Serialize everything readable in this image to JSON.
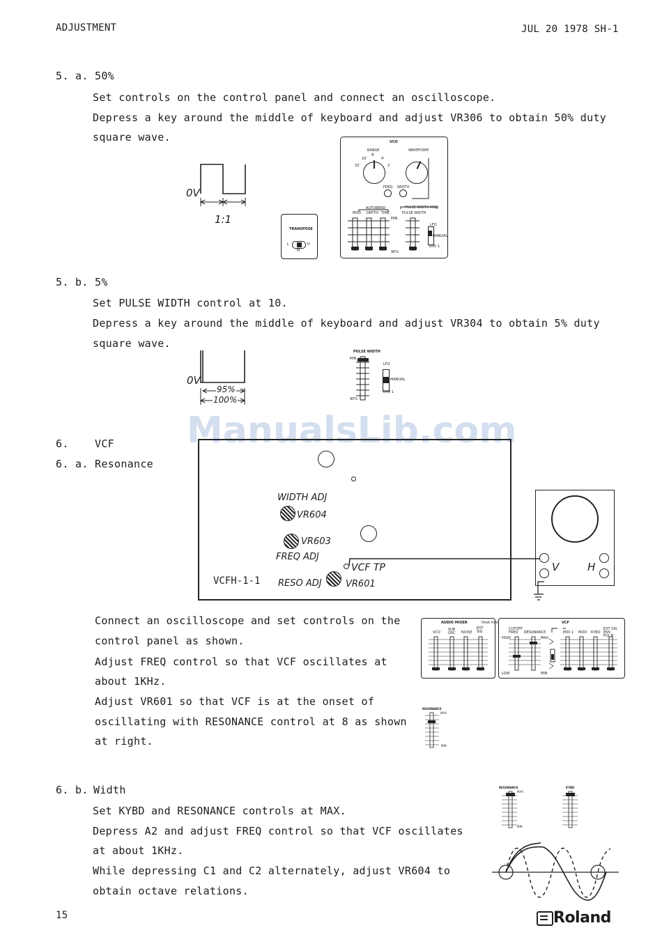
{
  "header": {
    "left": "ADJUSTMENT",
    "right": "JUL 20 1978 SH-1"
  },
  "s5a": {
    "num": "5. a.",
    "title": "50%",
    "lines": [
      "Set controls on the control panel and connect an oscilloscope.",
      "Depress a key around the middle of keyboard and adjust VR306 to obtain 50% duty",
      "square wave."
    ],
    "wave": {
      "zero": "0V",
      "ratio": "1:1"
    },
    "transpose": {
      "title": "TRANSPOSE",
      "l": "L",
      "m": "M",
      "h": "H"
    },
    "vco": {
      "title": "VCO",
      "range": "RANGE",
      "waveform": "WAVEFORM",
      "r16": "16'",
      "r8": "8'",
      "r4": "4'",
      "r32": "32'",
      "r2": "2'",
      "freq": "FREQ",
      "width": "WIDTH",
      "autobend": "AUTOBEND",
      "pwmod": "PULSE WIDTH MOD",
      "mod": "MOD",
      "depth": "DEPTH",
      "time": "TIME",
      "pw": "PULSE WIDTH",
      "min": "MIN",
      "p90": "90%",
      "lfo": "LFO",
      "manual": "MANUAL",
      "env1": "ENV 1"
    }
  },
  "s5b": {
    "num": "5. b.",
    "title": "5%",
    "lines": [
      "Set PULSE WIDTH control at 10.",
      "Depress a key around the middle of keyboard and adjust VR304 to obtain 5% duty",
      "square wave."
    ],
    "wave": {
      "zero": "0V",
      "p95": "95%",
      "p100": "100%"
    },
    "fader": {
      "title": "PULSE WIDTH",
      "min": "MIN",
      "p90": "90%",
      "lfo": "LFO",
      "manual": "MANUAL",
      "env1": "ENV 1"
    }
  },
  "s6": {
    "num": "6.",
    "title": "VCF",
    "sub_num": "6. a.",
    "sub_title": "Resonance",
    "board": {
      "width_adj": "WIDTH ADJ",
      "vr604": "VR604",
      "vr603": "VR603",
      "freq_adj": "FREQ ADJ",
      "vcf_tp": "VCF TP",
      "reso_adj": "RESO ADJ",
      "vr601": "VR601",
      "board_id": "VCFH-1-1"
    },
    "scope": {
      "v": "V",
      "h": "H"
    },
    "lines": [
      "Connect an oscilloscope and set controls on the",
      "control panel as shown.",
      "Adjust FREQ control so that VCF oscillates at",
      "about 1KHz.",
      "Adjust VR601 so that VCF is at the onset of",
      "oscillating with RESONANCE control at 8 as shown",
      "at right."
    ],
    "mixer": {
      "title": "AUDIO MIXER",
      "vco": "VCO",
      "sub": "SUB OSC",
      "noise": "NOISE",
      "ext": "EXT SIG",
      "sw": "TRANS PONS"
    },
    "vcf": {
      "title": "VCF",
      "cutoff": "CUTOFF FREQ",
      "reso": "RESONANCE",
      "env1": "ENV 1",
      "mod": "MOD",
      "kybd": "KYBD",
      "ext": "EXT SIG ENV FOL'R",
      "high": "HIGH",
      "low": "LOW",
      "max": "MAX",
      "min": "MIN"
    },
    "reso_fader": {
      "title": "RESONANCE",
      "max": "MAX",
      "min": "MIN"
    }
  },
  "s6b": {
    "num": "6. b.",
    "title": "Width",
    "lines": [
      "Set KYBD and RESONANCE controls at MAX.",
      "Depress A2 and adjust FREQ control so that VCF oscillates",
      "at about 1KHz.",
      "While depressing C1 and C2 alternately, adjust VR604 to",
      "obtain octave relations."
    ],
    "reso": "RESONANCE",
    "kybd": "KYBD",
    "max": "MAX",
    "min": "MIN"
  },
  "footer": {
    "page": "15",
    "logo": "Roland"
  },
  "watermark": "ManualsLib.com"
}
